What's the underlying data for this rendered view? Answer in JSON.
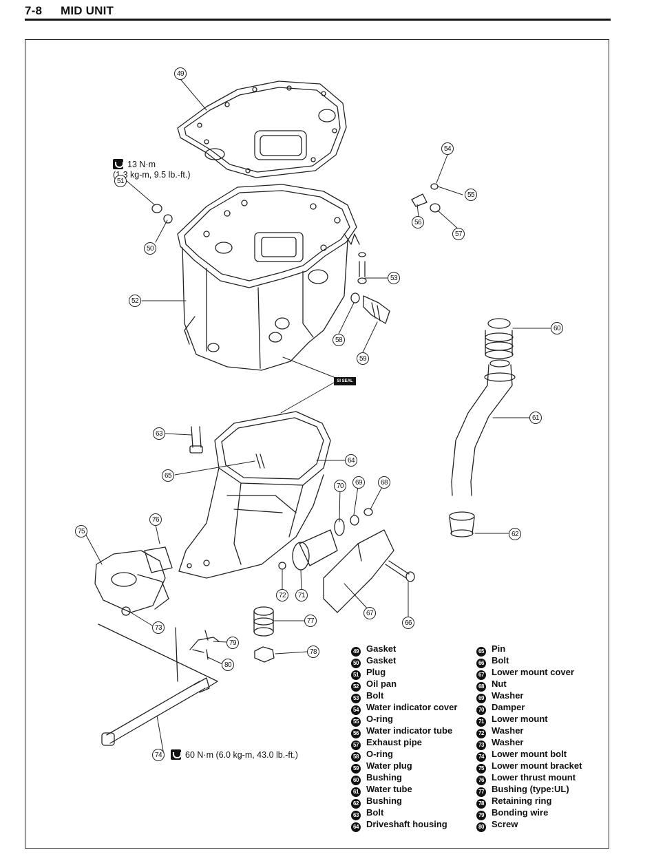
{
  "header": {
    "section": "7-8",
    "title": "MID UNIT"
  },
  "torque_specs": {
    "t51_line1": "13 N·m",
    "t51_line2": "(1.3 kg-m, 9.5 lb.-ft.)",
    "t74": "60 N·m (6.0 kg-m, 43.0 lb.-ft.)"
  },
  "sealant_label": "SI SEAL",
  "callouts": [
    "49",
    "50",
    "51",
    "52",
    "53",
    "54",
    "55",
    "56",
    "57",
    "58",
    "59",
    "60",
    "61",
    "62",
    "63",
    "64",
    "65",
    "66",
    "67",
    "68",
    "69",
    "70",
    "71",
    "72",
    "73",
    "74",
    "75",
    "76",
    "77",
    "78",
    "79",
    "80"
  ],
  "parts_left": [
    {
      "no": "49",
      "name": "Gasket"
    },
    {
      "no": "50",
      "name": "Gasket"
    },
    {
      "no": "51",
      "name": "Plug"
    },
    {
      "no": "52",
      "name": "Oil pan"
    },
    {
      "no": "53",
      "name": "Bolt"
    },
    {
      "no": "54",
      "name": "Water indicator cover"
    },
    {
      "no": "55",
      "name": "O-ring"
    },
    {
      "no": "56",
      "name": "Water indicator tube"
    },
    {
      "no": "57",
      "name": "Exhaust pipe"
    },
    {
      "no": "58",
      "name": "O-ring"
    },
    {
      "no": "59",
      "name": "Water plug"
    },
    {
      "no": "60",
      "name": "Bushing"
    },
    {
      "no": "61",
      "name": "Water tube"
    },
    {
      "no": "62",
      "name": "Bushing"
    },
    {
      "no": "63",
      "name": "Bolt"
    },
    {
      "no": "64",
      "name": "Driveshaft housing"
    }
  ],
  "parts_right": [
    {
      "no": "65",
      "name": "Pin"
    },
    {
      "no": "66",
      "name": "Bolt"
    },
    {
      "no": "67",
      "name": "Lower mount cover"
    },
    {
      "no": "68",
      "name": "Nut"
    },
    {
      "no": "69",
      "name": "Washer"
    },
    {
      "no": "70",
      "name": "Damper"
    },
    {
      "no": "71",
      "name": "Lower mount"
    },
    {
      "no": "72",
      "name": "Washer"
    },
    {
      "no": "73",
      "name": "Washer"
    },
    {
      "no": "74",
      "name": "Lower mount bolt"
    },
    {
      "no": "75",
      "name": "Lower mount bracket"
    },
    {
      "no": "76",
      "name": "Lower thrust mount"
    },
    {
      "no": "77",
      "name": "Bushing (type:UL)"
    },
    {
      "no": "78",
      "name": "Retaining ring"
    },
    {
      "no": "79",
      "name": "Bonding wire"
    },
    {
      "no": "80",
      "name": "Screw"
    }
  ]
}
